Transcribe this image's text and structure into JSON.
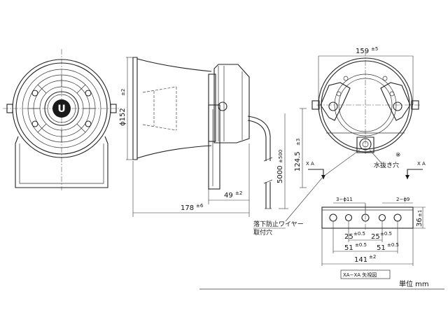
{
  "dimensions": {
    "width_159": "159",
    "width_159_tol": "±5",
    "dia_152": "ϕ152",
    "dia_152_tol": "±2",
    "height_124": "124.5",
    "height_124_tol": "±3",
    "cable_5000": "5000",
    "cable_5000_tol": "±500",
    "depth_49": "49",
    "depth_49_tol": "±2",
    "depth_178": "178",
    "depth_178_tol": "±6",
    "bracket_36": "36",
    "bracket_36_tol": "±1",
    "pitch_25_left": "25",
    "pitch_25_right": "25",
    "pitch_25_tol": "±0.5",
    "pitch_51_left": "51",
    "pitch_51_right": "51",
    "pitch_51_tol": "±0.5",
    "width_141": "141",
    "width_141_tol": "±2",
    "holes_3": "3−ϕ11",
    "holes_2": "2−ϕ9"
  },
  "labels": {
    "drain_note_mark": "※",
    "drain_hole": "水抜き穴",
    "wire_hole_line1": "落下防止ワイヤー",
    "wire_hole_line2": "取付穴",
    "section_left": "X A",
    "section_right": "X A",
    "view_title": "XA−XA 矢視図",
    "unit": "単位 mm",
    "logo_letter": "U"
  }
}
